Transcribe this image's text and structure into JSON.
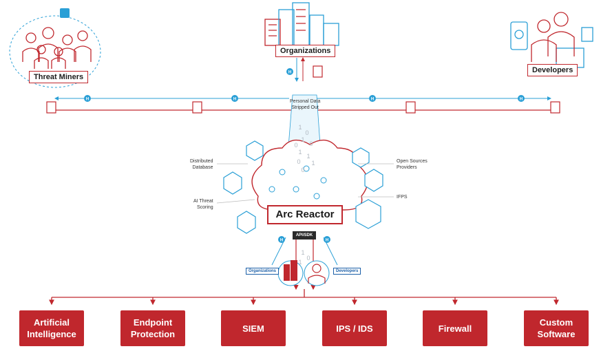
{
  "nodes": {
    "threat_miners": "Threat Miners",
    "organizations_top": "Organizations",
    "developers_top": "Developers",
    "personal_data": "Personal Data\nStripped Out",
    "distributed_database": "Distributed\nDatabase",
    "ai_threat_scoring": "AI Threat\nScoring",
    "open_sources": "Open Sources\nProviders",
    "ifps": "IFPS",
    "arc_reactor": "Arc Reactor",
    "api_sdk": "API/SDK",
    "organizations_small": "Organizations",
    "developers_small": "Developers"
  },
  "categories": [
    "Artificial\nIntelligence",
    "Endpoint\nProtection",
    "SIEM",
    "IPS / IDS",
    "Firewall",
    "Custom\nSoftware"
  ],
  "glyphs": {
    "h_badge": "H",
    "binary_digits": [
      "1",
      "0",
      "1",
      "0",
      "0",
      "1",
      "1",
      "0",
      "1",
      "0",
      "1",
      "0",
      "1"
    ]
  },
  "colors": {
    "red": "#c0272d",
    "blue": "#2a9fd6",
    "dark": "#1b1b1b"
  }
}
